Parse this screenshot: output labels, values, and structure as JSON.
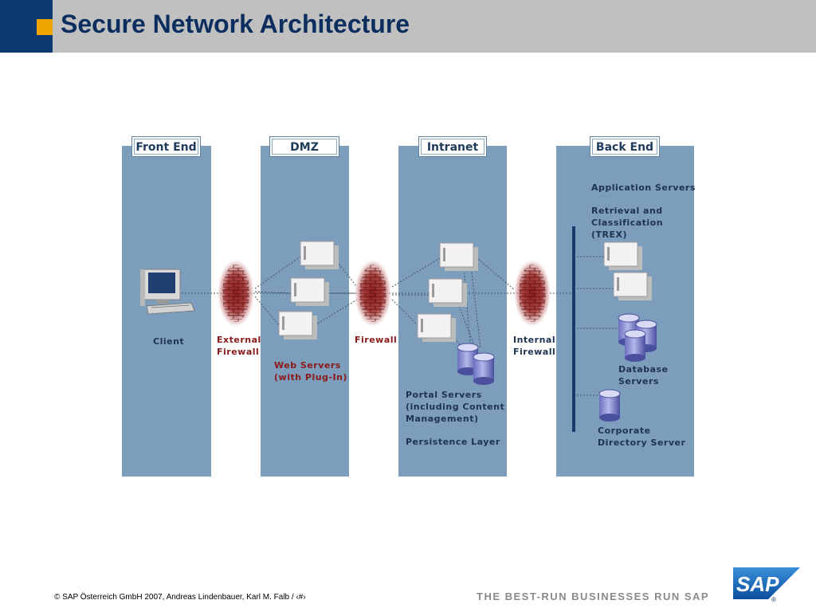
{
  "header": {
    "title": "Secure Network Architecture"
  },
  "zones": [
    {
      "label": "Front End"
    },
    {
      "label": "DMZ"
    },
    {
      "label": "Intranet"
    },
    {
      "label": "Back End"
    }
  ],
  "labels": {
    "client": "Client",
    "external_firewall": [
      "External",
      "Firewall"
    ],
    "web_servers": [
      "Web Servers",
      "(with Plug-In)"
    ],
    "firewall": "Firewall",
    "portal_servers": [
      "Portal Servers",
      "(including Content",
      "Management)"
    ],
    "persistence_layer": "Persistence Layer",
    "internal_firewall": [
      "Internal",
      "Firewall"
    ],
    "application_servers": "Application Servers",
    "trex": [
      "Retrieval and",
      "Classification",
      "(TREX)"
    ],
    "database_servers": [
      "Database",
      "Servers"
    ],
    "directory_server": [
      "Corporate",
      "Directory Server"
    ]
  },
  "footer": {
    "copyright": "©  SAP Österreich GmbH 2007, Andreas Lindenbauer, Karl M. Falb / ‹#›",
    "tagline": "THE BEST-RUN BUSINESSES RUN SAP",
    "logo_text": "SAP"
  },
  "colors": {
    "zone_fill": "#7d9dbd",
    "title_color": "#0b2e5f",
    "header_band": "#c0c0c0",
    "header_blue": "#0b3a72",
    "accent_orange": "#f0a400",
    "label_red": "#8a1a1a",
    "sap_blue": "#1565b0"
  }
}
